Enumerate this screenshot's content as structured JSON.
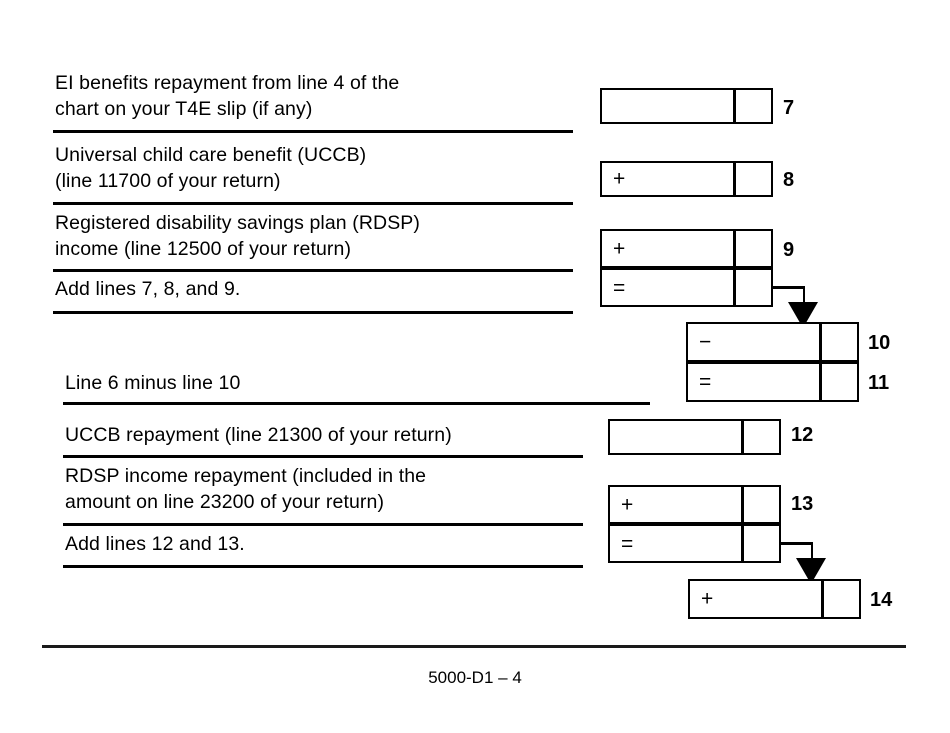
{
  "document": {
    "form_code": "5000-D1",
    "footer": "5000-D1 – 4"
  },
  "rows": [
    {
      "text": "EI benefits repayment from line 4 of the\nchart on your T4E slip (if any)",
      "line_number": "7",
      "sign": ""
    },
    {
      "text": "Universal child care benefit (UCCB)\n(line 11700 of your return)",
      "line_number": "8",
      "sign": "+"
    },
    {
      "text": "Registered disability savings plan (RDSP)\nincome (line 12500 of your return)",
      "line_number": "9",
      "sign": "+"
    },
    {
      "text": "Add lines 7, 8, and 9.",
      "line_number": "",
      "sign": "="
    },
    {
      "text": "Line 6 minus line 10",
      "line_number": "11",
      "sign": "="
    },
    {
      "text": "UCCB repayment (line 21300 of your return)",
      "line_number": "12",
      "sign": ""
    },
    {
      "text": "RDSP income repayment (included in the\namount on line 23200 of your return)",
      "line_number": "13",
      "sign": "+"
    },
    {
      "text": "Add lines 12 and 13.",
      "line_number": "",
      "sign": "="
    }
  ],
  "standalone_boxes": [
    {
      "line_number": "10",
      "sign": "−"
    },
    {
      "line_number": "14",
      "sign": "+"
    }
  ],
  "amount_values": {
    "line7": "",
    "line8": "",
    "line9": "",
    "subtotal_789": "",
    "line10": "",
    "line11": "",
    "line12": "",
    "line13": "",
    "subtotal_1213": "",
    "line14": ""
  }
}
